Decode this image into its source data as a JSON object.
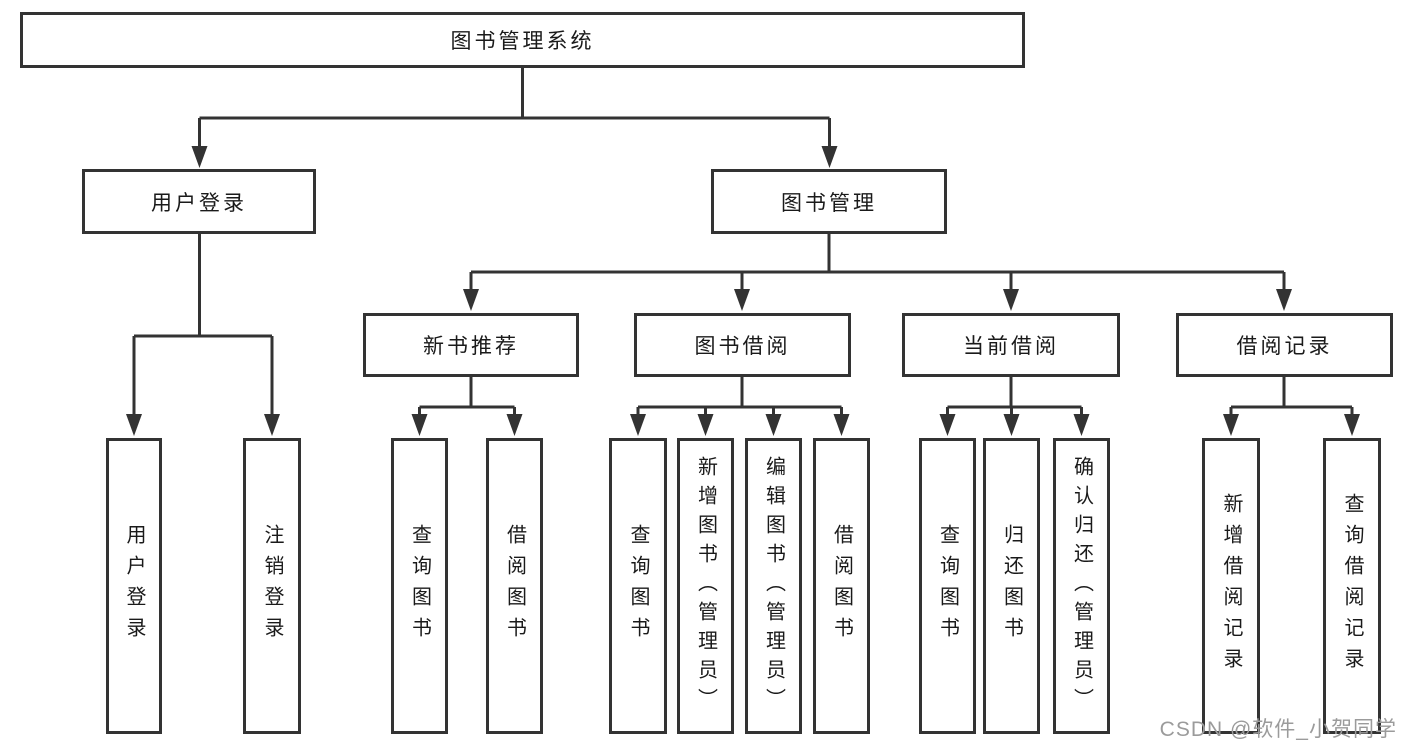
{
  "colors": {
    "line": "#333333",
    "text": "#1a1a1a",
    "box_background": "#ffffff",
    "page_background": "#ffffff",
    "watermark": "#9b9b9b"
  },
  "tree": {
    "root": {
      "label": "图书管理系统"
    },
    "level2": [
      {
        "label": "用户登录"
      },
      {
        "label": "图书管理"
      }
    ],
    "level3": [
      {
        "label": "新书推荐"
      },
      {
        "label": "图书借阅"
      },
      {
        "label": "当前借阅"
      },
      {
        "label": "借阅记录"
      }
    ],
    "leaves": {
      "user_login": [
        {
          "label": "用户登录"
        },
        {
          "label": "注销登录"
        }
      ],
      "new_book_recommendation": [
        {
          "label": "查询图书"
        },
        {
          "label": "借阅图书"
        }
      ],
      "book_borrowing": [
        {
          "label": "查询图书"
        },
        {
          "label": "新增图书（管理员）"
        },
        {
          "label": "编辑图书（管理员）"
        },
        {
          "label": "借阅图书"
        }
      ],
      "current_borrowing": [
        {
          "label": "查询图书"
        },
        {
          "label": "归还图书"
        },
        {
          "label": "确认归还（管理员）"
        }
      ],
      "borrowing_records": [
        {
          "label": "新增借阅记录"
        },
        {
          "label": "查询借阅记录"
        }
      ]
    }
  },
  "watermark": {
    "text": "CSDN @软件_小贺同学"
  }
}
